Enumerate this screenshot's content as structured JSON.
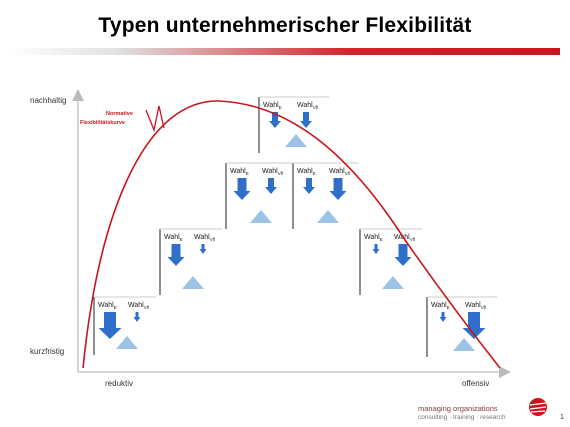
{
  "title": "Typen unternehmerischer Flexibilität",
  "axes": {
    "y_top_label": "nachhaltig",
    "y_bottom_label": "kurzfristig",
    "x_left_label": "reduktiv",
    "x_right_label": "offensiv"
  },
  "curve": {
    "label_line1": "Normative",
    "label_line2": "Flexibilitätskurve",
    "color": "#c8161e"
  },
  "boxes": [
    {
      "id": "b1",
      "left_label": "Wahl",
      "left_sub": "E",
      "right_label": "Wahl",
      "right_sub": "Vfl",
      "left_arrow": 4,
      "right_arrow": 1
    },
    {
      "id": "b2",
      "left_label": "Wahl",
      "left_sub": "E",
      "right_label": "Wahl",
      "right_sub": "Vfl",
      "left_arrow": 3,
      "right_arrow": 1
    },
    {
      "id": "b3",
      "left_label": "Wahl",
      "left_sub": "E",
      "right_label": "Wahl",
      "right_sub": "Vfl",
      "left_arrow": 3,
      "right_arrow": 2
    },
    {
      "id": "b4",
      "left_label": "Wahl",
      "left_sub": "E",
      "right_label": "Wahl",
      "right_sub": "Vfl",
      "left_arrow": 2,
      "right_arrow": 2
    },
    {
      "id": "b5",
      "left_label": "Wahl",
      "left_sub": "E",
      "right_label": "Wahl",
      "right_sub": "Vfl",
      "left_arrow": 2,
      "right_arrow": 3
    },
    {
      "id": "b6",
      "left_label": "Wahl",
      "left_sub": "E",
      "right_label": "Wahl",
      "right_sub": "Vfl",
      "left_arrow": 1,
      "right_arrow": 3
    },
    {
      "id": "b7",
      "left_label": "Wahl",
      "left_sub": "E",
      "right_label": "Wahl",
      "right_sub": "Vfl",
      "left_arrow": 1,
      "right_arrow": 4
    }
  ],
  "footer": {
    "line1": "managing organizations",
    "line2": "consulting · training · research",
    "page": "1"
  },
  "colors": {
    "arrow": "#2f6fcb",
    "triangle": "#9cc3e6",
    "accent": "#c8161e"
  }
}
